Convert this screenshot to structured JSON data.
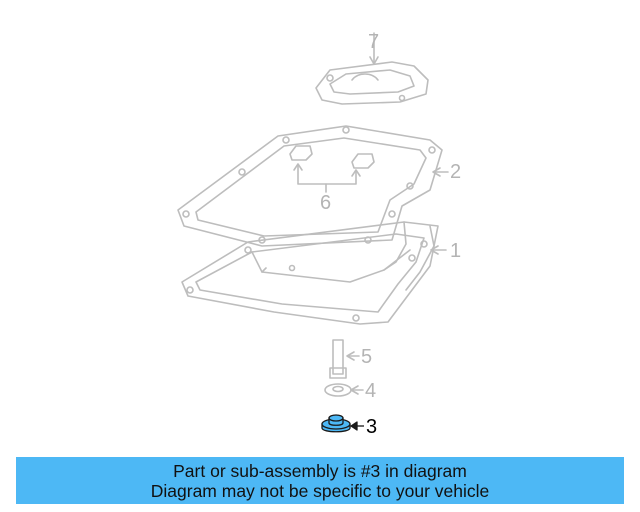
{
  "diagram": {
    "callouts": [
      {
        "id": "7",
        "label": "7"
      },
      {
        "id": "2",
        "label": "2"
      },
      {
        "id": "6",
        "label": "6"
      },
      {
        "id": "1",
        "label": "1"
      },
      {
        "id": "5",
        "label": "5"
      },
      {
        "id": "4",
        "label": "4"
      },
      {
        "id": "3",
        "label": "3"
      }
    ],
    "highlighted_part": "3",
    "colors": {
      "line": "#bdbdbd",
      "highlight_fill": "#4db8f5",
      "highlight_stroke": "#1a1a1a"
    }
  },
  "banner": {
    "line1": "Part or sub-assembly is #3 in diagram",
    "line2": "Diagram may not be specific to your vehicle",
    "background": "#4db8f5"
  }
}
